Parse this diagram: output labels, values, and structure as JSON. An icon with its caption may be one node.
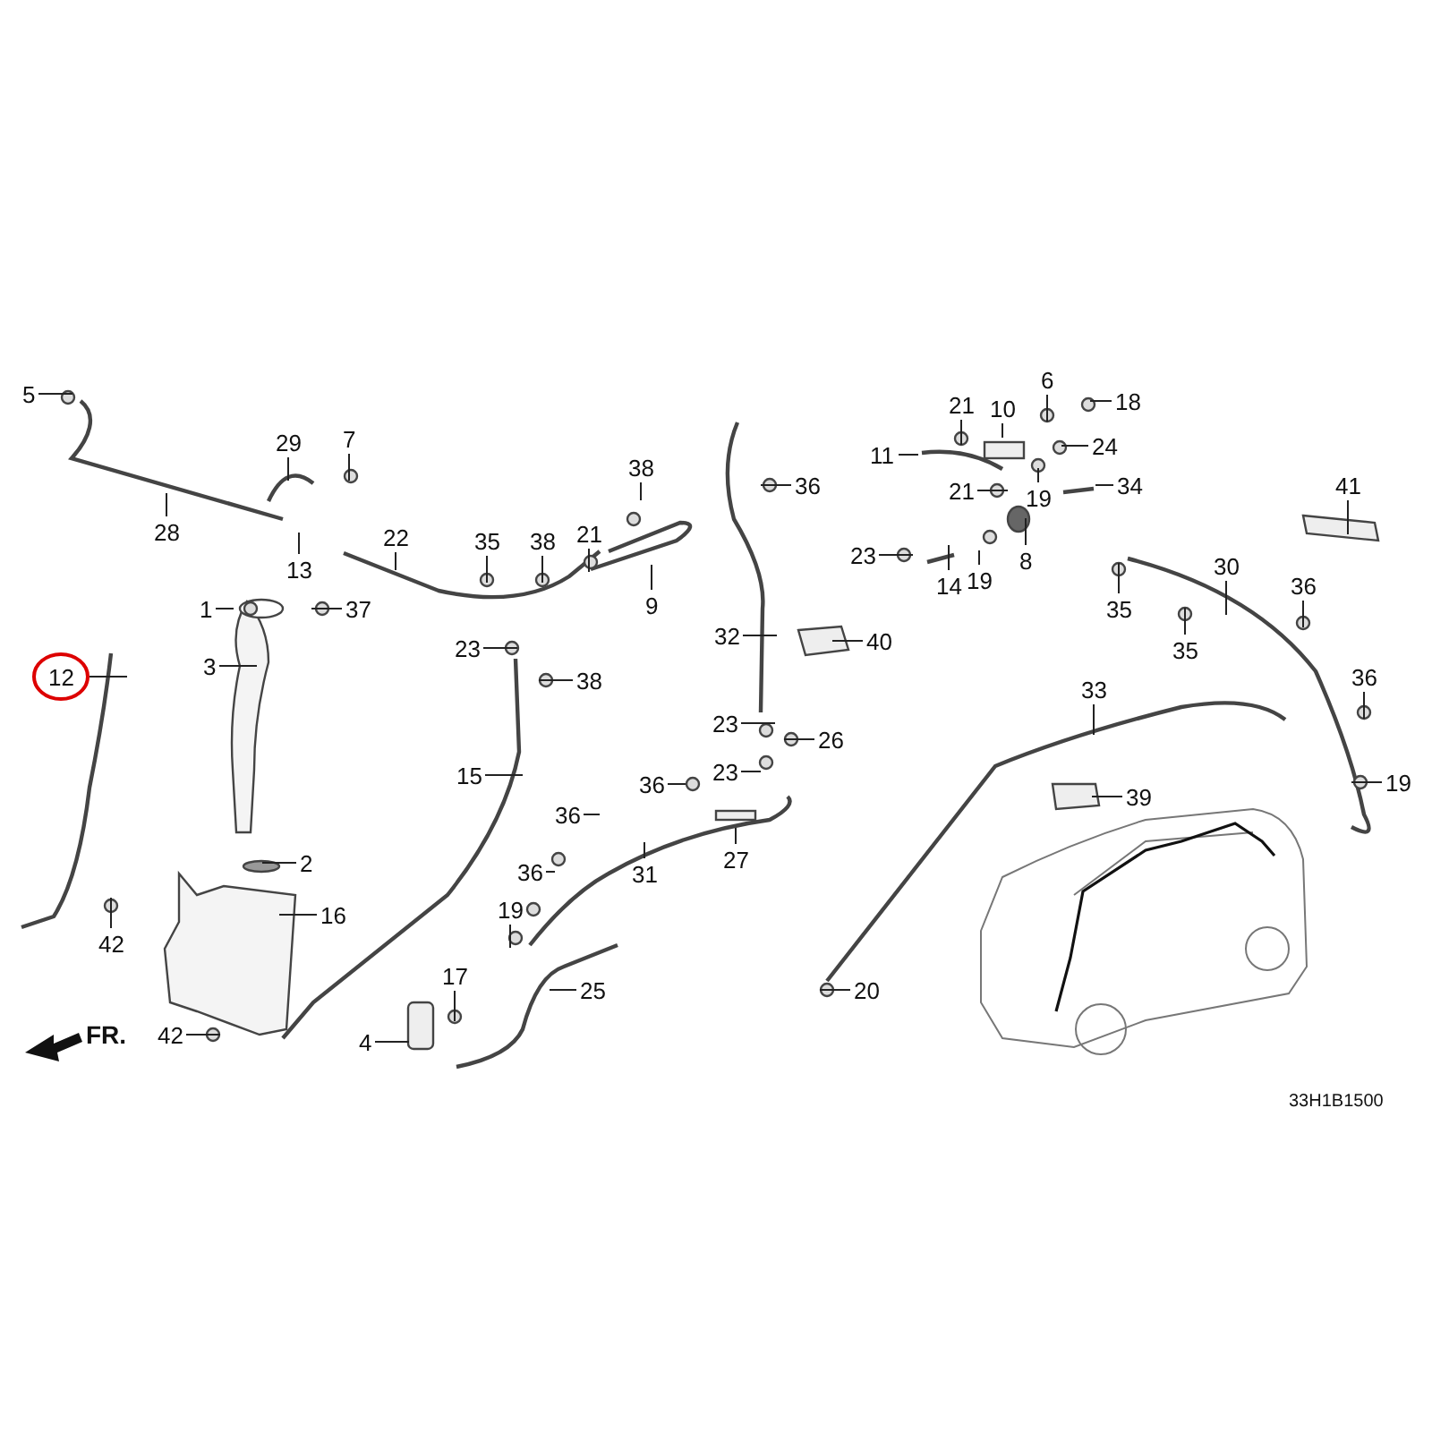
{
  "diagram": {
    "nodes": [
      {
        "text": [
          "5"
        ]
      },
      {
        "text": [
          "29"
        ]
      },
      {
        "text": [
          "7"
        ]
      },
      {
        "text": [
          "28"
        ]
      },
      {
        "text": [
          "13"
        ]
      },
      {
        "text": [
          "22"
        ]
      },
      {
        "text": [
          "35"
        ]
      },
      {
        "text": [
          "38"
        ]
      },
      {
        "text": [
          "21"
        ]
      },
      {
        "text": [
          "38"
        ]
      },
      {
        "text": [
          "9"
        ]
      },
      {
        "text": [
          "1"
        ]
      },
      {
        "text": [
          "37"
        ]
      },
      {
        "text": [
          "12"
        ]
      },
      {
        "text": [
          "3"
        ]
      },
      {
        "text": [
          "23"
        ]
      },
      {
        "text": [
          "38"
        ]
      },
      {
        "text": [
          "15"
        ]
      },
      {
        "text": [
          "2"
        ]
      },
      {
        "text": [
          "16"
        ]
      },
      {
        "text": [
          "42"
        ]
      },
      {
        "text": [
          "42"
        ]
      },
      {
        "text": [
          "4"
        ]
      },
      {
        "text": [
          "17"
        ]
      },
      {
        "text": [
          "25"
        ]
      },
      {
        "text": [
          "36"
        ]
      },
      {
        "text": [
          "36"
        ]
      },
      {
        "text": [
          "36"
        ]
      },
      {
        "text": [
          "19"
        ]
      },
      {
        "text": [
          "31"
        ]
      },
      {
        "text": [
          "23"
        ]
      },
      {
        "text": [
          "26"
        ]
      },
      {
        "text": [
          "23"
        ]
      },
      {
        "text": [
          "27"
        ]
      },
      {
        "text": [
          "32"
        ]
      },
      {
        "text": [
          "40"
        ]
      },
      {
        "text": [
          "36"
        ]
      },
      {
        "text": [
          "6"
        ]
      },
      {
        "text": [
          "21"
        ]
      },
      {
        "text": [
          "10"
        ]
      },
      {
        "text": [
          "18"
        ]
      },
      {
        "text": [
          "11"
        ]
      },
      {
        "text": [
          "24"
        ]
      },
      {
        "text": [
          "21"
        ]
      },
      {
        "text": [
          "19"
        ]
      },
      {
        "text": [
          "34"
        ]
      },
      {
        "text": [
          "23"
        ]
      },
      {
        "text": [
          "19"
        ]
      },
      {
        "text": [
          "8"
        ]
      },
      {
        "text": [
          "14"
        ]
      },
      {
        "text": [
          "41"
        ]
      },
      {
        "text": [
          "30"
        ]
      },
      {
        "text": [
          "36"
        ]
      },
      {
        "text": [
          "35"
        ]
      },
      {
        "text": [
          "35"
        ]
      },
      {
        "text": [
          "36"
        ]
      },
      {
        "text": [
          "33"
        ]
      },
      {
        "text": [
          "39"
        ]
      },
      {
        "text": [
          "19"
        ]
      },
      {
        "text": [
          "20"
        ]
      }
    ],
    "edges": [
      {
        "from": 0,
        "to": null,
        "arrow": "none"
      },
      {
        "from": 1,
        "to": null,
        "arrow": "none"
      },
      {
        "from": 2,
        "to": null,
        "arrow": "none"
      },
      {
        "from": 3,
        "to": null,
        "arrow": "none"
      },
      {
        "from": 4,
        "to": null,
        "arrow": "none"
      },
      {
        "from": 5,
        "to": null,
        "arrow": "none"
      },
      {
        "from": 6,
        "to": null,
        "arrow": "none"
      },
      {
        "from": 7,
        "to": null,
        "arrow": "none"
      },
      {
        "from": 8,
        "to": null,
        "arrow": "none"
      },
      {
        "from": 9,
        "to": null,
        "arrow": "none"
      },
      {
        "from": 10,
        "to": null,
        "arrow": "none"
      },
      {
        "from": 11,
        "to": null,
        "arrow": "none"
      },
      {
        "from": 12,
        "to": null,
        "arrow": "none"
      },
      {
        "from": 13,
        "to": null,
        "arrow": "none"
      },
      {
        "from": 14,
        "to": null,
        "arrow": "none"
      },
      {
        "from": 15,
        "to": null,
        "arrow": "none"
      },
      {
        "from": 16,
        "to": null,
        "arrow": "none"
      },
      {
        "from": 17,
        "to": null,
        "arrow": "none"
      },
      {
        "from": 18,
        "to": null,
        "arrow": "none"
      },
      {
        "from": 19,
        "to": null,
        "arrow": "none"
      },
      {
        "from": 20,
        "to": null,
        "arrow": "none"
      },
      {
        "from": 21,
        "to": null,
        "arrow": "none"
      },
      {
        "from": 22,
        "to": null,
        "arrow": "none"
      },
      {
        "from": 23,
        "to": null,
        "arrow": "none"
      },
      {
        "from": 24,
        "to": null,
        "arrow": "none"
      },
      {
        "from": 25,
        "to": null,
        "arrow": "none"
      },
      {
        "from": 26,
        "to": null,
        "arrow": "none"
      },
      {
        "from": 27,
        "to": null,
        "arrow": "none"
      },
      {
        "from": 28,
        "to": null,
        "arrow": "none"
      },
      {
        "from": 29,
        "to": null,
        "arrow": "none"
      },
      {
        "from": 30,
        "to": null,
        "arrow": "none"
      },
      {
        "from": 31,
        "to": null,
        "arrow": "none"
      },
      {
        "from": 32,
        "to": null,
        "arrow": "none"
      },
      {
        "from": 33,
        "to": null,
        "arrow": "none"
      },
      {
        "from": 34,
        "to": null,
        "arrow": "none"
      },
      {
        "from": 35,
        "to": null,
        "arrow": "none"
      },
      {
        "from": 36,
        "to": null,
        "arrow": "none"
      },
      {
        "from": 37,
        "to": null,
        "arrow": "none"
      },
      {
        "from": 38,
        "to": null,
        "arrow": "none"
      },
      {
        "from": 39,
        "to": null,
        "arrow": "none"
      },
      {
        "from": 40,
        "to": null,
        "arrow": "none"
      },
      {
        "from": 41,
        "to": null,
        "arrow": "none"
      },
      {
        "from": 42,
        "to": null,
        "arrow": "none"
      },
      {
        "from": 43,
        "to": null,
        "arrow": "none"
      },
      {
        "from": 44,
        "to": null,
        "arrow": "none"
      },
      {
        "from": 45,
        "to": null,
        "arrow": "none"
      },
      {
        "from": 46,
        "to": null,
        "arrow": "none"
      },
      {
        "from": 47,
        "to": null,
        "arrow": "none"
      },
      {
        "from": 48,
        "to": null,
        "arrow": "none"
      },
      {
        "from": 49,
        "to": null,
        "arrow": "none"
      },
      {
        "from": 50,
        "to": null,
        "arrow": "none"
      },
      {
        "from": 51,
        "to": null,
        "arrow": "none"
      },
      {
        "from": 52,
        "to": null,
        "arrow": "none"
      },
      {
        "from": 53,
        "to": null,
        "arrow": "none"
      },
      {
        "from": 54,
        "to": null,
        "arrow": "none"
      },
      {
        "from": 55,
        "to": null,
        "arrow": "none"
      },
      {
        "from": 56,
        "to": null,
        "arrow": "none"
      },
      {
        "from": 57,
        "to": null,
        "arrow": "none"
      },
      {
        "from": 58,
        "to": null,
        "arrow": "none"
      },
      {
        "from": 59,
        "to": null,
        "arrow": "none"
      }
    ],
    "labels": [
      "FR.",
      "33H1B1500"
    ]
  }
}
